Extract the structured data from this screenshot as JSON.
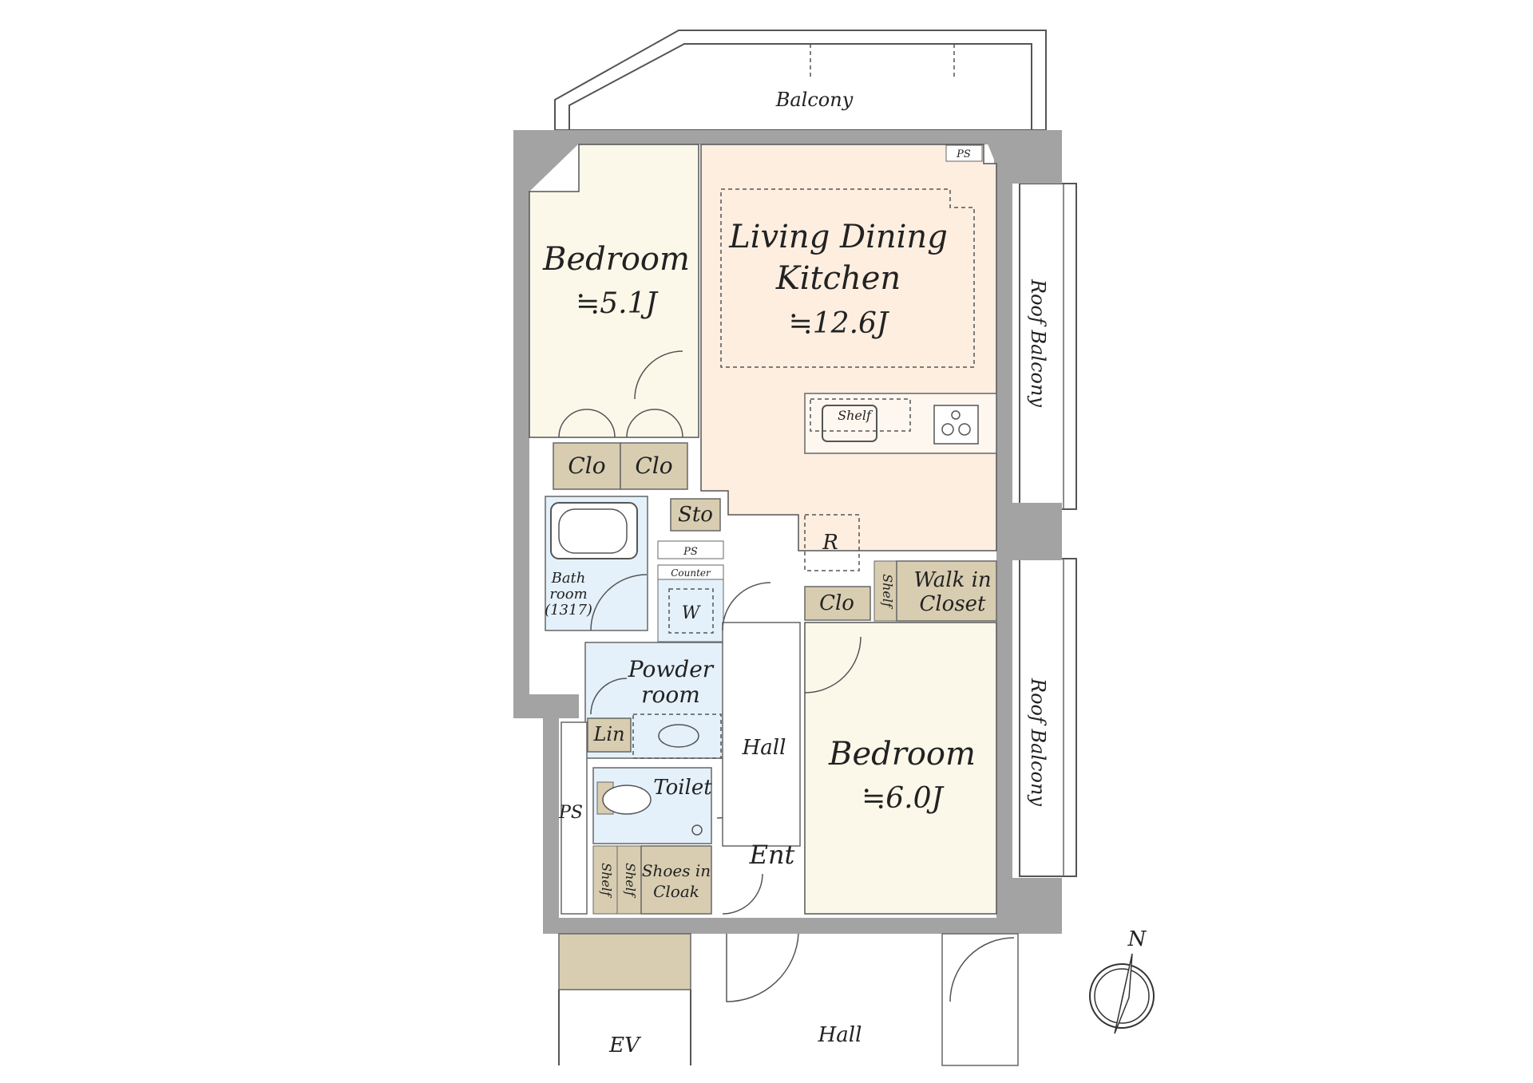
{
  "rooms": {
    "balcony": "Balcony",
    "bedroom_nw": {
      "name": "Bedroom",
      "size": "≒5.1J"
    },
    "ldk": {
      "line1": "Living Dining",
      "line2": "Kitchen",
      "size": "≒12.6J"
    },
    "roof_balcony_upper": "Roof Balcony",
    "roof_balcony_lower": "Roof Balcony",
    "ps_top": "PS",
    "shelf_kitchen": "Shelf",
    "clo_left": "Clo",
    "clo_right": "Clo",
    "sto": "Sto",
    "ps_small": "PS",
    "counter": "Counter",
    "washer": "W",
    "bathroom": {
      "line1": "Bath",
      "line2": "room",
      "line3": "(1317)"
    },
    "fridge": "R",
    "walkin_shelf": "Shelf",
    "walkin": {
      "line1": "Walk in",
      "line2": "Closet"
    },
    "clo_mid": "Clo",
    "powder": {
      "line1": "Powder",
      "line2": "room"
    },
    "lin": "Lin",
    "hall_inner": "Hall",
    "bedroom_se": {
      "name": "Bedroom",
      "size": "≒6.0J"
    },
    "toilet": "Toilet",
    "ps_left": "PS",
    "ent": "Ent",
    "shelf_a": "Shelf",
    "shelf_b": "Shelf",
    "shoes": {
      "line1": "Shoes in",
      "line2": "Cloak"
    },
    "ev": "EV",
    "hall_outer": "Hall",
    "compass_n": "N"
  },
  "colors": {
    "wall": "#a3a3a3",
    "bedroom": "#fbf8ea",
    "ldk": "#fdeee0",
    "storage": "#d8cdb1",
    "wet": "#e4f1fa",
    "hall": "#ffffff"
  }
}
